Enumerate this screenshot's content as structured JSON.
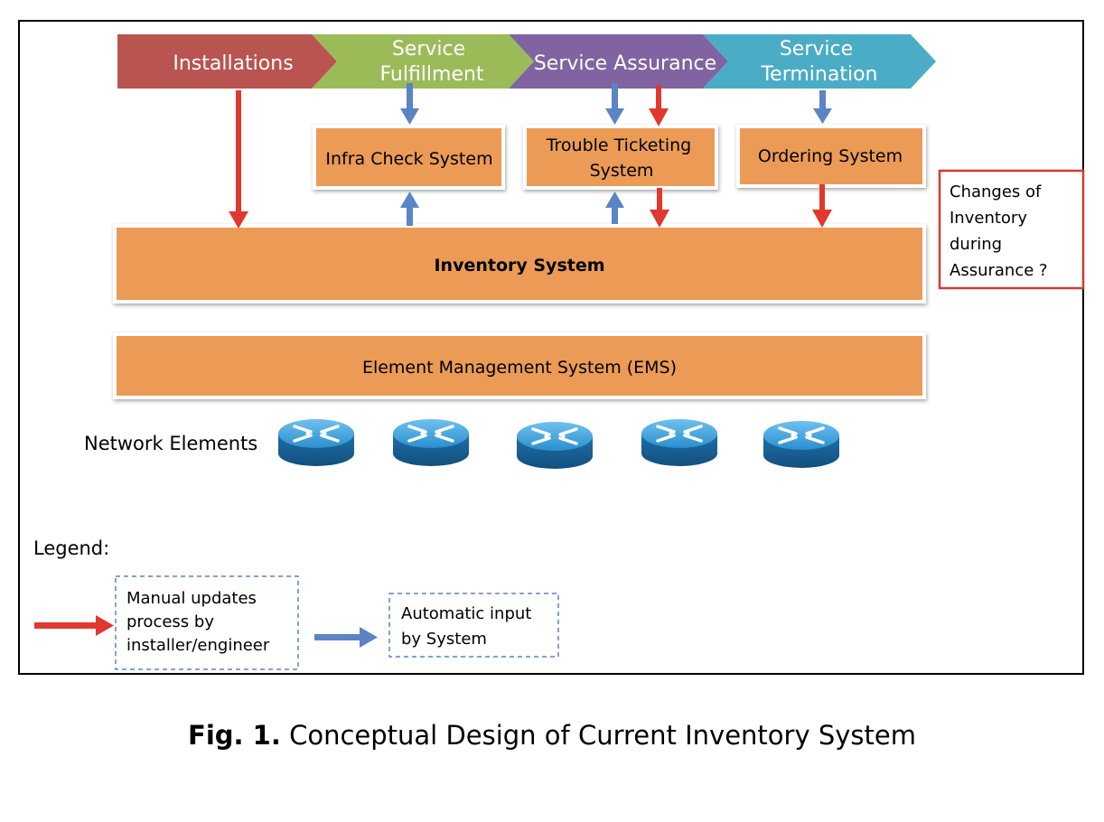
{
  "phases": [
    {
      "label": "Installations",
      "color": "#b95450"
    },
    {
      "label": "Service\nFulfillment",
      "color": "#9bbb59"
    },
    {
      "label": "Service Assurance",
      "color": "#8064a2"
    },
    {
      "label": "Service\nTermination",
      "color": "#4bacc6"
    }
  ],
  "systems": {
    "infra_check": "Infra Check System",
    "trouble_ticketing": "Trouble Ticketing\nSystem",
    "ordering": "Ordering System",
    "inventory": "Inventory System",
    "ems": "Element Management System (EMS)"
  },
  "network_elements_label": "Network Elements",
  "note": "Changes of\nInventory\nduring\nAssurance ?",
  "legend": {
    "title": "Legend:",
    "manual": "Manual updates\nprocess by\ninstaller/engineer",
    "automatic": "Automatic input\nby System"
  },
  "colors": {
    "box_fill": "#eb9b55",
    "manual_arrow": "#e0382f",
    "auto_arrow": "#5b84c4",
    "note_border": "#d23a34",
    "router": "#2f86c2"
  },
  "caption": {
    "label": "Fig. 1.",
    "text": " Conceptual Design of Current Inventory System"
  }
}
